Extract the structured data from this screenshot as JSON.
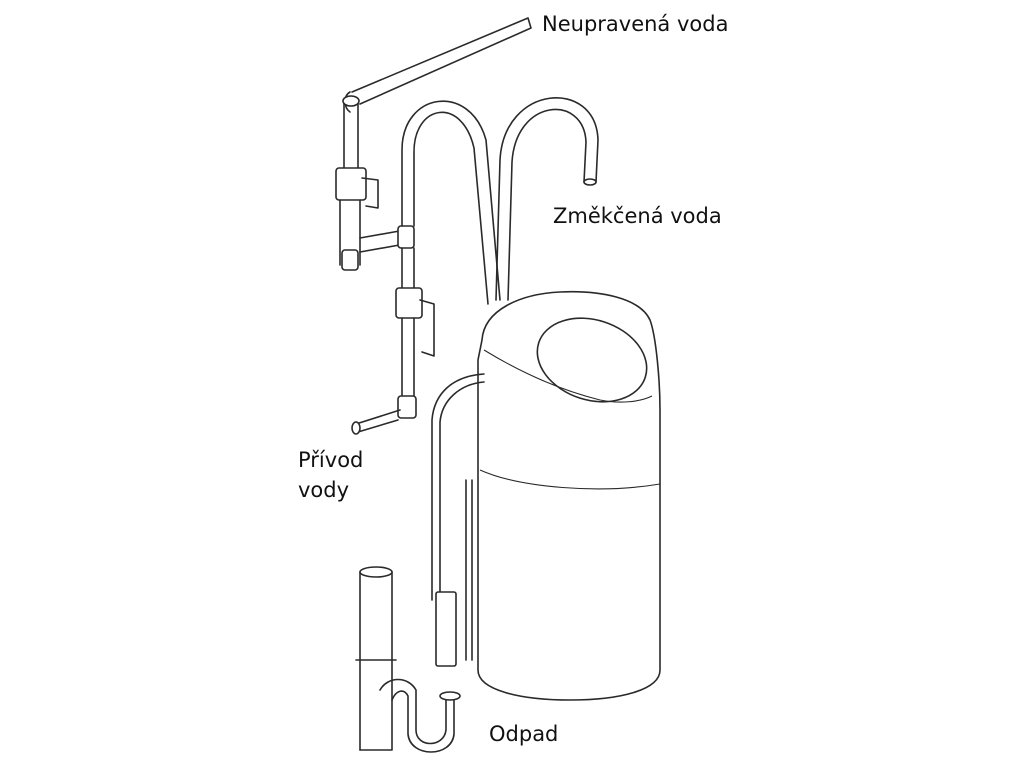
{
  "labels": {
    "raw_water": "Neupravená voda",
    "softened_water": "Změkčená voda",
    "water_inlet": "Přívod\nvody",
    "drain": "Odpad"
  },
  "colors": {
    "line": "#2a2a2a",
    "background": "#ffffff",
    "text": "#111111"
  }
}
